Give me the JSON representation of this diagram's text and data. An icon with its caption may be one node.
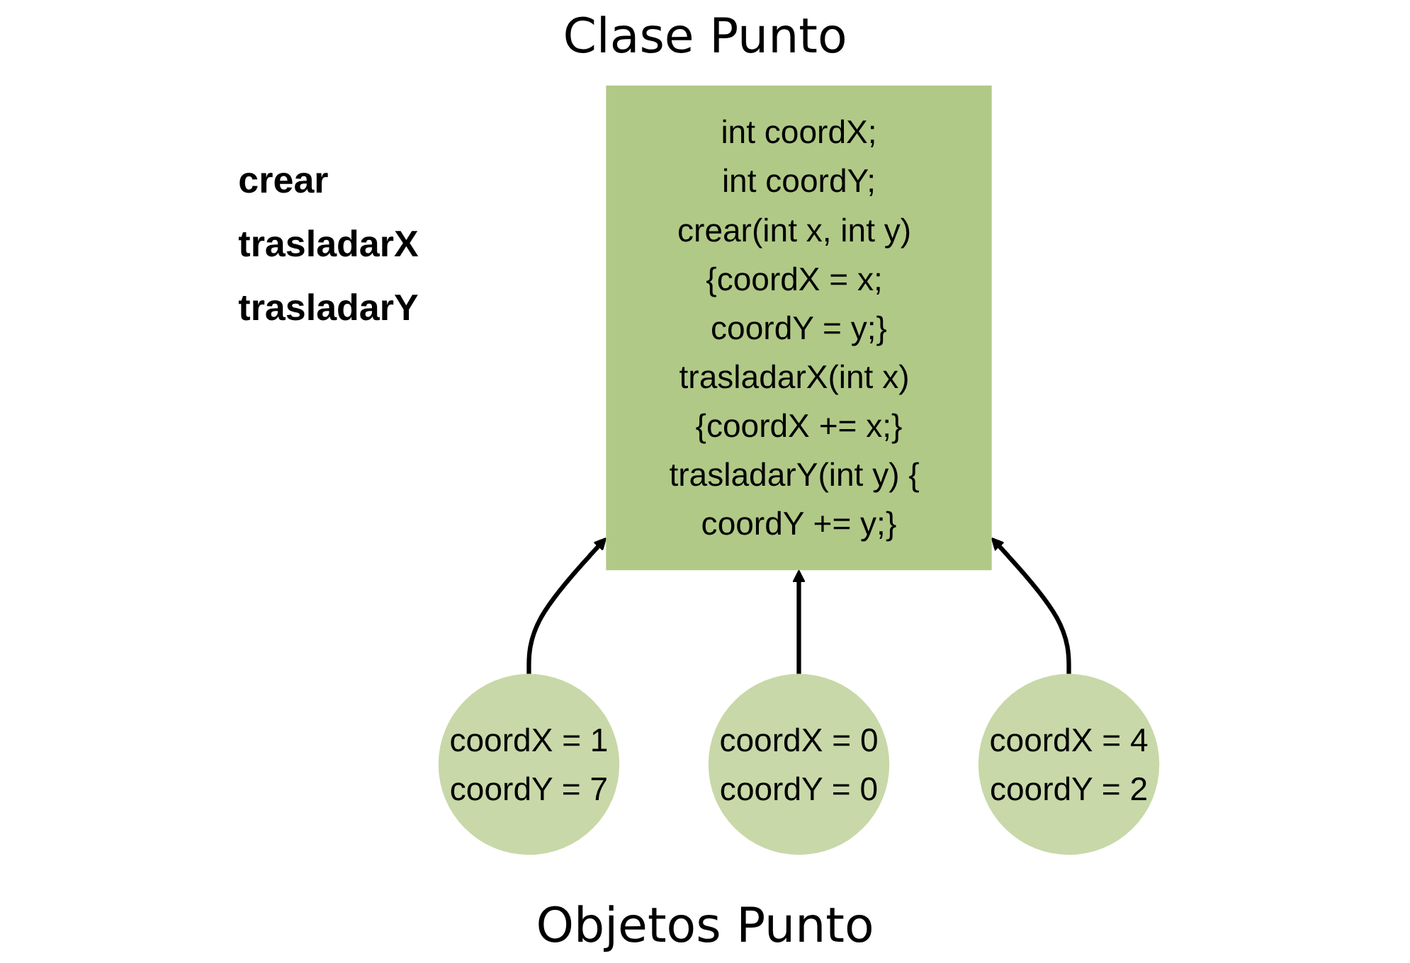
{
  "diagram": {
    "title": "Clase Punto",
    "caption": "Objetos Punto",
    "nodes": [
      {
        "text": [
          "int coordX;",
          "int coordY;",
          "crear(int x, int y) {coordX = x; coordY = y;}",
          "trasladarX(int x) {coordX += x;}",
          "trasladarY(int y) { coordY += y;}"
        ]
      },
      {
        "text": [
          "coordX = 1",
          "coordY = 7"
        ]
      },
      {
        "text": [
          "coordX = 0",
          "coordY = 0"
        ]
      },
      {
        "text": [
          "coordX = 4",
          "coordY = 2"
        ]
      }
    ],
    "edges": [
      {
        "from": 1,
        "to": 0,
        "arrow": "to"
      },
      {
        "from": 2,
        "to": 0,
        "arrow": "to"
      },
      {
        "from": 3,
        "to": 0,
        "arrow": "to"
      }
    ],
    "labels": [
      "crear",
      "trasladarX",
      "trasladarY"
    ]
  }
}
